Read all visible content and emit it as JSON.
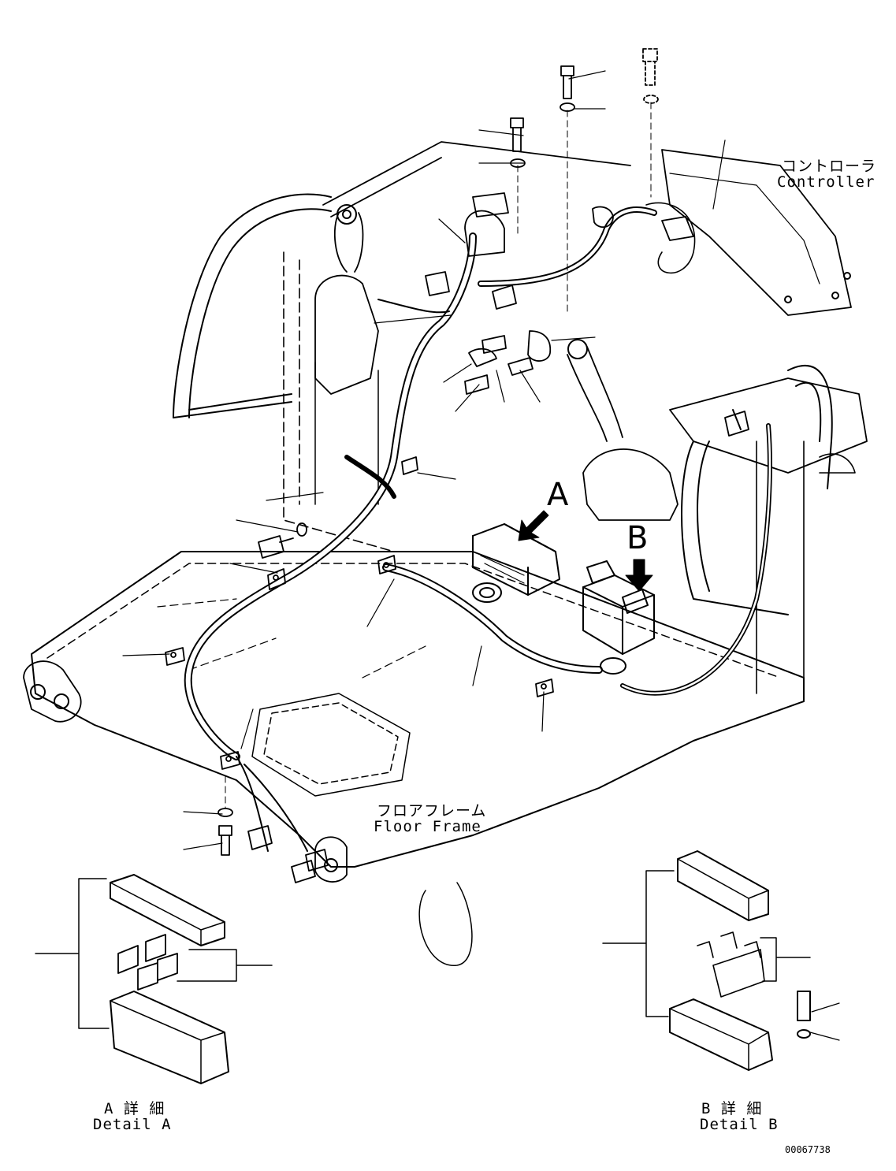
{
  "labels": {
    "controller_jp": "コントローラ",
    "controller_en": "Controller",
    "floor_frame_jp": "フロアフレーム",
    "floor_frame_en": "Floor Frame",
    "callout_a": "A",
    "callout_b": "B",
    "detail_a_jp": "A 詳 細",
    "detail_a_en": "Detail A",
    "detail_b_jp": "B 詳 細",
    "detail_b_en": "Detail B",
    "drawing_no": "00067738"
  },
  "colors": {
    "line": "#000000",
    "background": "#ffffff"
  }
}
